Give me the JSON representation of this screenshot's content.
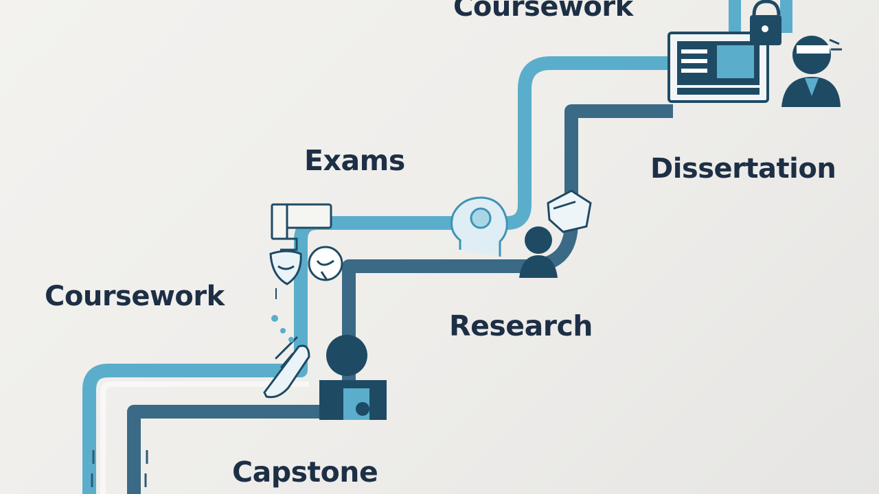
{
  "steps": [
    {
      "id": "coursework-top",
      "label": "Coursework"
    },
    {
      "id": "exams",
      "label": "Exams"
    },
    {
      "id": "dissertation",
      "label": "Dissertation"
    },
    {
      "id": "coursework",
      "label": "Coursework"
    },
    {
      "id": "research",
      "label": "Research"
    },
    {
      "id": "capstone",
      "label": "Capstone"
    }
  ],
  "icons": [
    "shoe-icon",
    "faucet-icon",
    "drama-masks-icon",
    "brain-head-icon",
    "student-icon",
    "graduation-cap-icon",
    "monitor-icon",
    "graduate-icon",
    "padlock-icon"
  ],
  "colors": {
    "background": "#f0efec",
    "path_light": "#5aaecb",
    "path_dark": "#3a6a85",
    "text": "#1d2f45",
    "icon_dark": "#1f4a64"
  }
}
